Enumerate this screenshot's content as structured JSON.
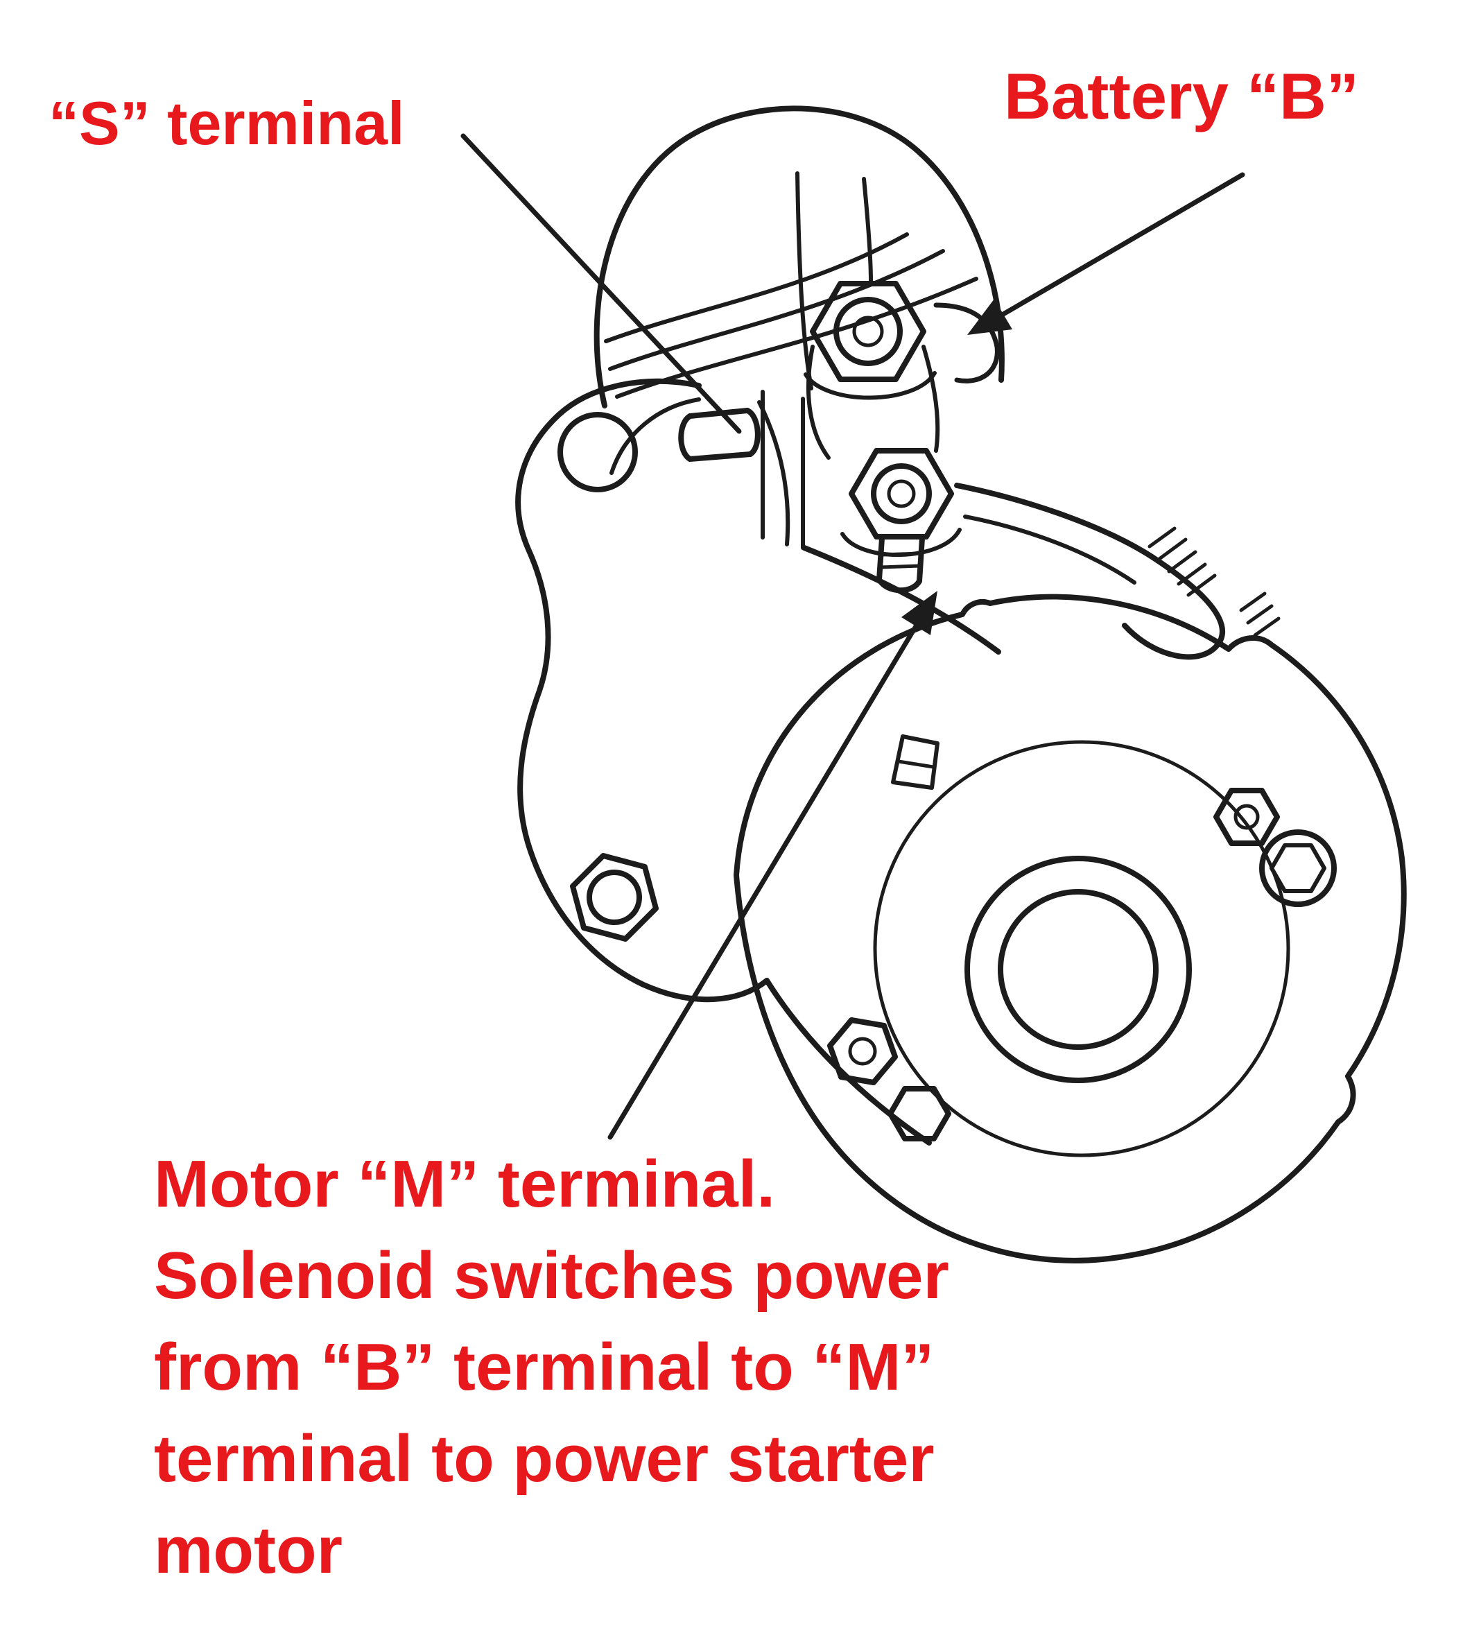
{
  "diagram": {
    "type": "technical-illustration",
    "subject": "Automotive starter motor with solenoid terminal callouts"
  },
  "labels": {
    "s_terminal": "“S” terminal",
    "battery_b": "Battery “B”",
    "motor_m": "Motor “M” terminal.\nSolenoid switches power\nfrom “B” terminal to “M”\nterminal to power starter\nmotor"
  },
  "colors": {
    "label_red": "#e8191d",
    "line_art_black": "#1c1c1c",
    "background": "#ffffff"
  }
}
